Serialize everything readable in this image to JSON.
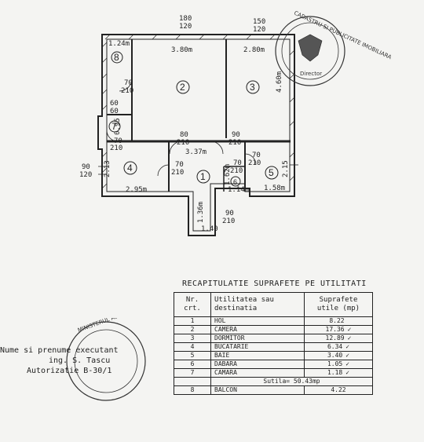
{
  "plan": {
    "dimensions": {
      "top_left": "180",
      "top_left_sub": "120",
      "top_right": "150",
      "top_right_sub": "120",
      "d124": "1.24m",
      "d380": "3.80m",
      "d280": "2.80m",
      "d460": "4.60m",
      "d337": "3.37m",
      "d295": "2.95m",
      "d158": "1.58m",
      "d114": "1.14m",
      "d213": "2.13",
      "d215": "2.15",
      "d136": "1.36m",
      "d140": "1.40",
      "d095": "0.95",
      "d162": "1.62m"
    },
    "doors": {
      "d70a": "70",
      "d70a_s": "210",
      "d60": "60",
      "d60_s": "60",
      "d70b": "70",
      "d70b_s": "210",
      "d80": "80",
      "d80_s": "210",
      "d90": "90",
      "d90_s": "210",
      "d70c": "70",
      "d70c_s": "210",
      "d70d": "70",
      "d70d_s": "210",
      "d70e": "70",
      "d70e_s": "210",
      "d90w": "90",
      "d90w_s": "120",
      "d90b": "90",
      "d90b_s": "210"
    },
    "rooms": [
      "1",
      "2",
      "3",
      "4",
      "5",
      "6",
      "7",
      "8"
    ]
  },
  "recap": {
    "title": "RECAPITULATIE SUPRAFETE PE UTILITATI",
    "headers": {
      "nr": "Nr. crt.",
      "util": "Utilitatea sau destinatia",
      "supr": "Suprafete utile (mp)"
    },
    "rows": [
      {
        "nr": "1",
        "name": "HOL",
        "area": "8.22",
        "check": ""
      },
      {
        "nr": "2",
        "name": "CAMERA",
        "area": "17.36",
        "check": "✓"
      },
      {
        "nr": "3",
        "name": "DORMITOR",
        "area": "12.89",
        "check": "✓"
      },
      {
        "nr": "4",
        "name": "BUCATARIE",
        "area": "6.34",
        "check": "✓"
      },
      {
        "nr": "5",
        "name": "BAIE",
        "area": "3.40",
        "check": "✓"
      },
      {
        "nr": "6",
        "name": "DABARA",
        "area": "1.05",
        "check": "✓"
      },
      {
        "nr": "7",
        "name": "CAMARA",
        "area": "1.18",
        "check": "✓"
      }
    ],
    "subtotal": "Sutila= 50.43mp",
    "balcony": {
      "nr": "8",
      "name": "BALCON",
      "area": "4.22"
    }
  },
  "author": {
    "name_label": "Nume si prenume executant",
    "ing": "ing. S. Tascu",
    "authorization": "Autorizatie B-30/1"
  },
  "stamps": {
    "top_right": "CADASTRU SI PUBLICITATE IMOBILIARA",
    "top_right_sub": "Director",
    "bottom": "MINISTERUL ADMINISTRATIEI PUBLICE"
  }
}
